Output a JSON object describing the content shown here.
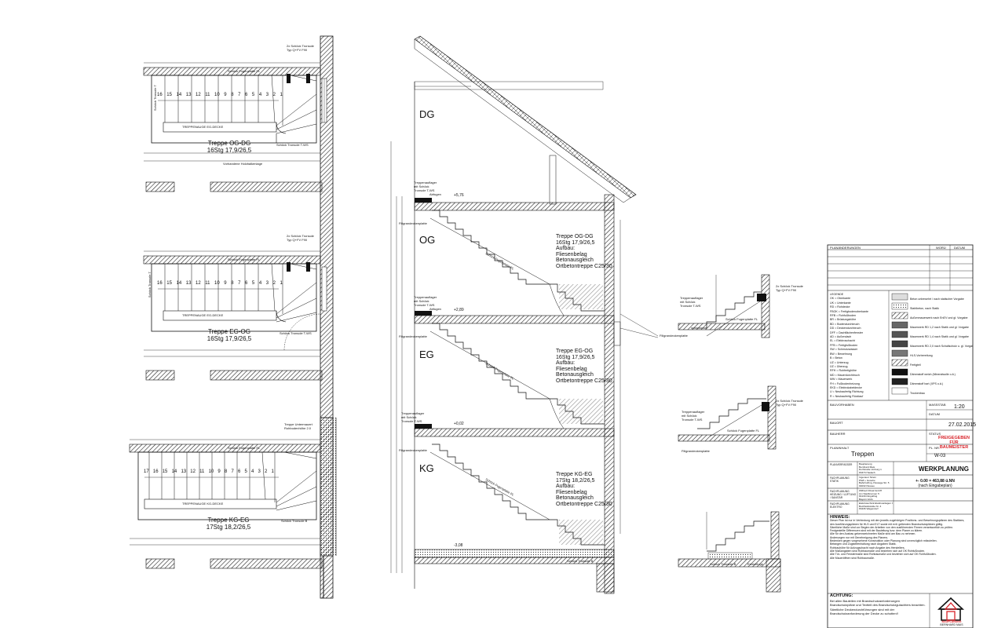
{
  "plans": [
    {
      "title": "Treppe OG-DG",
      "spec": "16Stg 17,9/26,5",
      "eye": "TREPPENAUGE EG-DECKE",
      "steps": [
        "16",
        "15",
        "14",
        "13",
        "12",
        "11",
        "10",
        "9",
        "8",
        "7",
        "6",
        "5",
        "4",
        "3",
        "2",
        "1"
      ],
      "notes": [
        "2x Schöck Tronsole",
        "Typ Q+FV F90",
        "Schöck Fugenplatte FL",
        "Schöck Tronsole T",
        "Schöck Tronsole T-WS",
        "Vorhandene Holzbalkenlage"
      ]
    },
    {
      "title": "Treppe EG-OG",
      "spec": "16Stg 17,9/26,5",
      "eye": "TREPPENAUGE EG-DECKE",
      "steps": [
        "16",
        "15",
        "14",
        "13",
        "12",
        "11",
        "10",
        "9",
        "8",
        "7",
        "6",
        "5",
        "4",
        "3",
        "2",
        "1"
      ],
      "notes": [
        "2x Schöck Tronsole",
        "Typ Q+FV F90",
        "Schöck Fugenplatte FL",
        "Schöck Tronsole T",
        "Schöck Tronsole T-WS"
      ]
    },
    {
      "title": "Treppe KG-EG",
      "spec": "17Stg 18,2/26,5",
      "eye": "TREPPENAUGE KG-DECKE",
      "steps": [
        "17",
        "16",
        "15",
        "14",
        "13",
        "12",
        "11",
        "10",
        "9",
        "8",
        "7",
        "6",
        "5",
        "4",
        "3",
        "2",
        "1"
      ],
      "notes": [
        "Treppe Untermauert",
        "Rohbodenhöhe 2.0",
        "Schöck Fugenplatte FL",
        "Schöck Tronsole B"
      ]
    }
  ],
  "section": {
    "levels": [
      "DG",
      "OG",
      "EG",
      "KG"
    ],
    "elevations": [
      "+5,76",
      "+2,89",
      "+0,02",
      "-3,08"
    ],
    "stairs": [
      {
        "title": "Treppe OG-DG",
        "lines": [
          "16Stg 17,9/26,5",
          "Aufbau:",
          "Fliesenbelag",
          "Betonausgleich",
          "Ortbetontreppe C25/30"
        ]
      },
      {
        "title": "Treppe EG-OG",
        "lines": [
          "16Stg 17,9/26,5",
          "Aufbau:",
          "Fliesenbelag",
          "Betonausgleich",
          "Ortbetontreppe C25/30"
        ]
      },
      {
        "title": "Treppe KG-EG",
        "lines": [
          "17Stg 18,2/26,5",
          "Aufbau:",
          "Fliesenbelag",
          "Betonausgleich",
          "Ortbetontreppe C25/30"
        ]
      }
    ],
    "notes": [
      "Treppenauflager",
      "mit Schöck",
      "Tronsole T-WS",
      "Abfugen",
      "Filigrandeckenplatte",
      "Schöck Fugenplatte FL",
      "Schöck Tronsole B"
    ]
  },
  "details": {
    "notes": [
      "Treppenauflager",
      "mit Schöck",
      "Tronsole T-WS",
      "Schöck Fugenplatte FL",
      "Filigrandeckenplatte",
      "2x Schöck Tronsole",
      "Typ Q+FV F90",
      "Schöck Tronsole B",
      "Estrichfuge"
    ]
  },
  "titleblock": {
    "header_label": "PLANÄNDERUNGEN",
    "header_cols": [
      "WORÜ",
      "DATUM"
    ],
    "legend_left": [
      "LEGENDE",
      "OK = Oberkante",
      "UK = Unterkante",
      "RD = Rohdecke",
      "FBOK = Fertigbodenoberkante",
      "RFB = Rohfußboden",
      "BR = Brüstungshöhe",
      "BD = Bodendurchbruch",
      "DD = Deckendurchbruch",
      "DFF = Dachflächenfenster",
      "AD = Außendach",
      "EL = Elektroschacht",
      "FFB = Fertigfußboden",
      "SW = Schmutzwasser",
      "BW = Bewehrung",
      "B = Beton",
      "UZ = Unterzug",
      "ÜZ = Überzug",
      "RFH = Rohfertighöhe",
      "MD = Mauerdurchbruch",
      "MW = Mauerwerk",
      "FH = Fußbodenheizung",
      "EKD = Elektrokabeldecke",
      "U = Neubaufertig Richtung",
      "R = Neubaufertig Rücklauf"
    ],
    "legend_right": [
      "Beton unbewehrt / nach statischer Vorgabe",
      "Stahlbeton, nach Statik",
      "Außenmauerwerk nach EnEV und gl. Vorgabe",
      "Mauerwerk RD 1,2 nach Statik und gl. Vorgabe",
      "Mauerwerk RD 1,4 nach Statik und gl. Vorgabe",
      "Mauerwerk RD 2,0 nach Schallschutz u. gl. Vorgabe",
      "HLS-Vorbereitung",
      "Fertigteil",
      "Dämmstoff weich (Mineralwolle o.ä.)",
      "Dämmstoff hart (XPS o.ä.)",
      "Trockenbau"
    ],
    "bauvorhaben_label": "BAUVORHABEN",
    "massstab_label": "MASSSTAB",
    "massstab": "1:20",
    "bauort_label": "BAUORT",
    "datum_label": "DATUM",
    "datum": "27.02.2015",
    "bauherr_label": "BAUHERR",
    "status_label": "STATUS",
    "status_lines": [
      "FREIGEGEBEN",
      "FÜR BAUMEISTER"
    ],
    "planinhalt_label": "PLANINHALT",
    "plannr_label": "PL. NR.",
    "plannr": "W-03",
    "plan_title": "Treppen",
    "werkplanung": "WERKPLANUNG",
    "level_ref": "+- 0.00 = 463,88 ü.NN",
    "level_ref_sub": "(nach Eingabeplan)",
    "office_rows": [
      {
        "label": "PLANVERFASSER",
        "text": [
          "Bauplanung",
          "Bernhard Mais",
          "Dorfstraße Vorburg 1",
          "83373 Haslach"
        ]
      },
      {
        "label": "FACHPLANUNG STATIK",
        "text": [
          "Ingenieur Strein",
          "Pfaff + Gosebe",
          "Bahnhofring, Passage Str. 5",
          "94032 Passau"
        ]
      },
      {
        "label": "FACHPLANUNG HEIZUNG / LÜFTUNG / SANITÄR",
        "text": [
          "Wilfried Obsal GmbH",
          "Am Stadbrunnen 5",
          "84130 Dingolfing",
          "Bayern GUG"
        ]
      },
      {
        "label": "FACHPLANUNG ELEKTRO",
        "text": [
          "Elektrotechnik Elektroanlagen GbR",
          "Buchfeldstraße Nr. 4",
          "83436 Wagendorf"
        ]
      }
    ],
    "hinweis_title": "HINWEIS:",
    "hinweis": [
      "Dieser Plan ist nur in Verbindung mit den jeweils zugehörigen Positions- und Bewehrungsplänen des Statikers,",
      "den Ausführungsplänen für HLS und ELT sowie mit evtl. geltenden Brandschutzplänen gültig.",
      "Sämtliche Maße sind vor Beginn der Arbeiten von den ausführenden Firmen verantwortlich zu prüfen.",
      "Festgestellte Differenzen sind mit der Bauleitung bzw. dem Planer zu klären.",
      "Alle für den Ausbau gekennzeichneten Maße sind am Bau zu nehmen.",
      "Änderungen nur mit Genehmigung des Planers.",
      "Bedenken gegen vorgesehene Konstruktion oder Planung sind unverzüglich mitzuteilen.",
      "Befangen und Zugsteifenhaltung nach Angaben Statik.",
      "Rohbauhöhe für Aufzugschacht nach Angabe des Herstellers.",
      "Alle Maßangaben sind Rohbaumaße und beziehen sich auf OK Rohfußboden.",
      "Alle Tür- und Fenstermaße sind Rohbaumaße und beziehen sich auf OK Rohfußboden.",
      "Alle Maueröffnen sind Rohbaumaße."
    ],
    "achtung_title": "ACHTUNG:",
    "achtung": [
      "Bei allen Bauteilen mit Brandschutzanforderungen",
      "Brandschutzpläne und Textteil des Brandschutzgutachters beachten.",
      "Sämtliche Deckendurchführungen sind mit der",
      "Brandschutzanforderung der Decke zu schotten!!"
    ],
    "logo_lines": [
      "BAUPLANUNG",
      "BERNHARD MAIS"
    ]
  }
}
